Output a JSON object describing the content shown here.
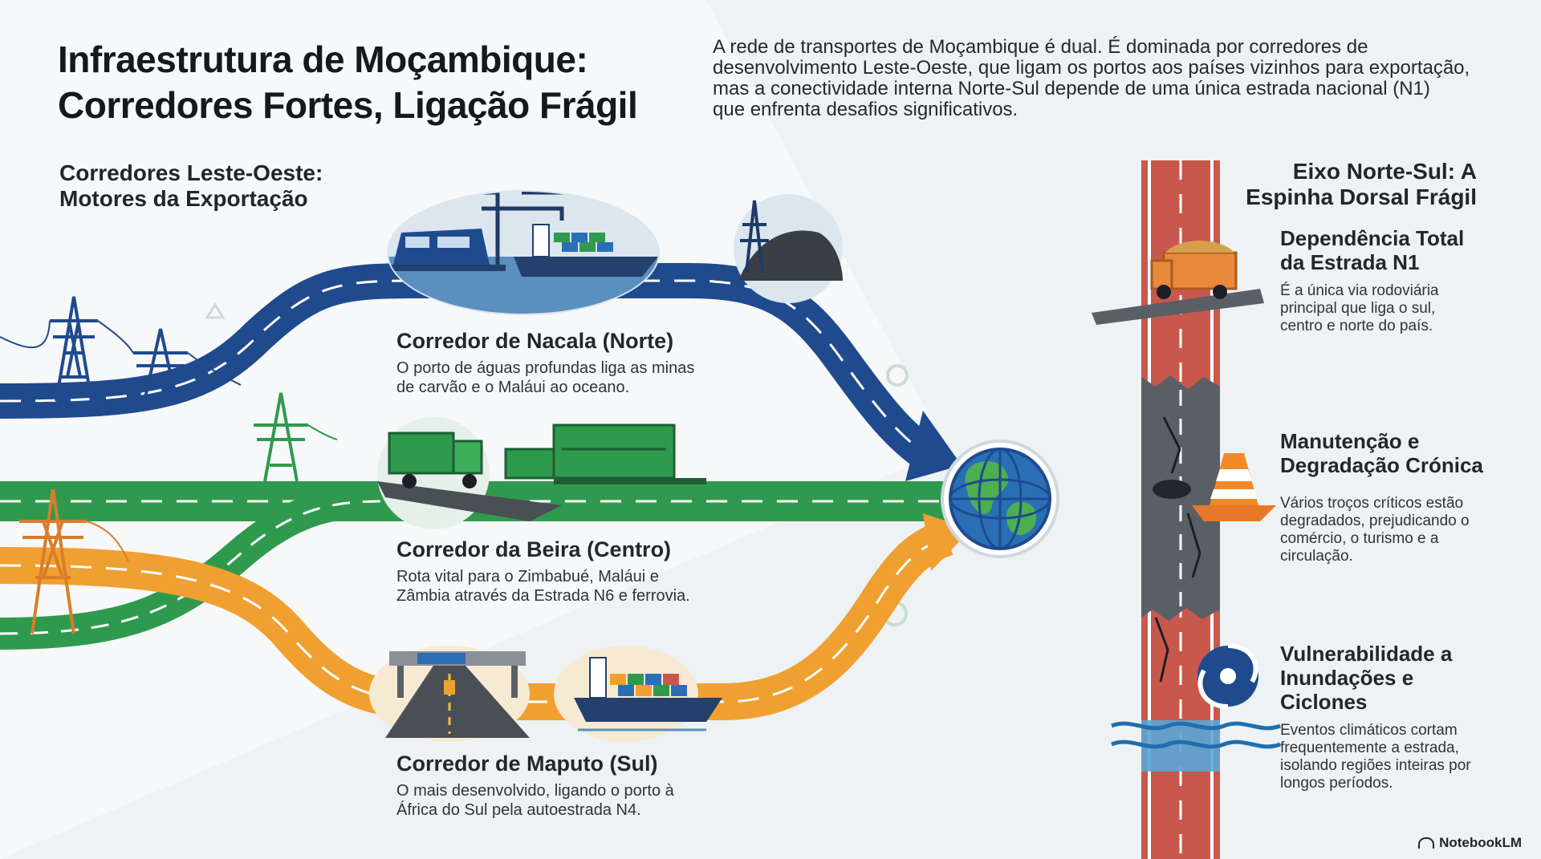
{
  "title_lines": [
    "Infraestrutura de Moçambique:",
    "Corredores Fortes, Ligação Frágil"
  ],
  "intro_lines": [
    "A rede de transportes de Moçambique é dual. É dominada por corredores de",
    "desenvolvimento Leste-Oeste, que ligam os portos aos países vizinhos para exportação,",
    "mas a conectividade interna Norte-Sul depende de uma única estrada nacional (N1)",
    "que enfrenta desafios significativos."
  ],
  "left_section": {
    "title_lines": [
      "Corredores Leste-Oeste:",
      "Motores da Exportação"
    ]
  },
  "corridors": [
    {
      "name": "Corredor de Nacala (Norte)",
      "desc_lines": [
        "O porto de águas profundas liga as minas",
        "de carvão e o Maláui ao oceano."
      ],
      "color": "#1f4a8e"
    },
    {
      "name": "Corredor da Beira (Centro)",
      "desc_lines": [
        "Rota vital para o Zimbabué, Maláui e",
        "Zâmbia através da Estrada N6 e ferrovia."
      ],
      "color": "#2f9a4e"
    },
    {
      "name": "Corredor de Maputo (Sul)",
      "desc_lines": [
        "O mais desenvolvido, ligando o porto à",
        "África do Sul pela autoestrada N4."
      ],
      "color": "#f0a030"
    }
  ],
  "right_section": {
    "title_lines": [
      "Eixo Norte-Sul:  A",
      "Espinha Dorsal Frágil"
    ],
    "items": [
      {
        "title_lines": [
          "Dependência Total",
          "da Estrada N1"
        ],
        "desc_lines": [
          "É a única via rodoviária",
          "principal que liga o sul,",
          "centro e norte do país."
        ],
        "icon": "truck-icon"
      },
      {
        "title_lines": [
          "Manutenção e",
          "Degradação Crónica"
        ],
        "desc_lines": [
          "Vários troços críticos estão",
          "degradados, prejudicando o",
          "comércio, o turismo e a",
          "circulação."
        ],
        "icon": "traffic-cone-icon"
      },
      {
        "title_lines": [
          "Vulnerabilidade a",
          "Inundações e",
          "Ciclones"
        ],
        "desc_lines": [
          "Eventos climáticos cortam",
          "frequentemente a estrada,",
          "isolando regiões inteiras por",
          "longos períodos."
        ],
        "icon": "cyclone-icon"
      }
    ]
  },
  "brand": "NotebookLM",
  "colors": {
    "nacala": "#1f4a8e",
    "beira": "#2f9a4e",
    "maputo": "#f0a030",
    "road_red": "#c9584c",
    "asphalt": "#5a5f66"
  }
}
